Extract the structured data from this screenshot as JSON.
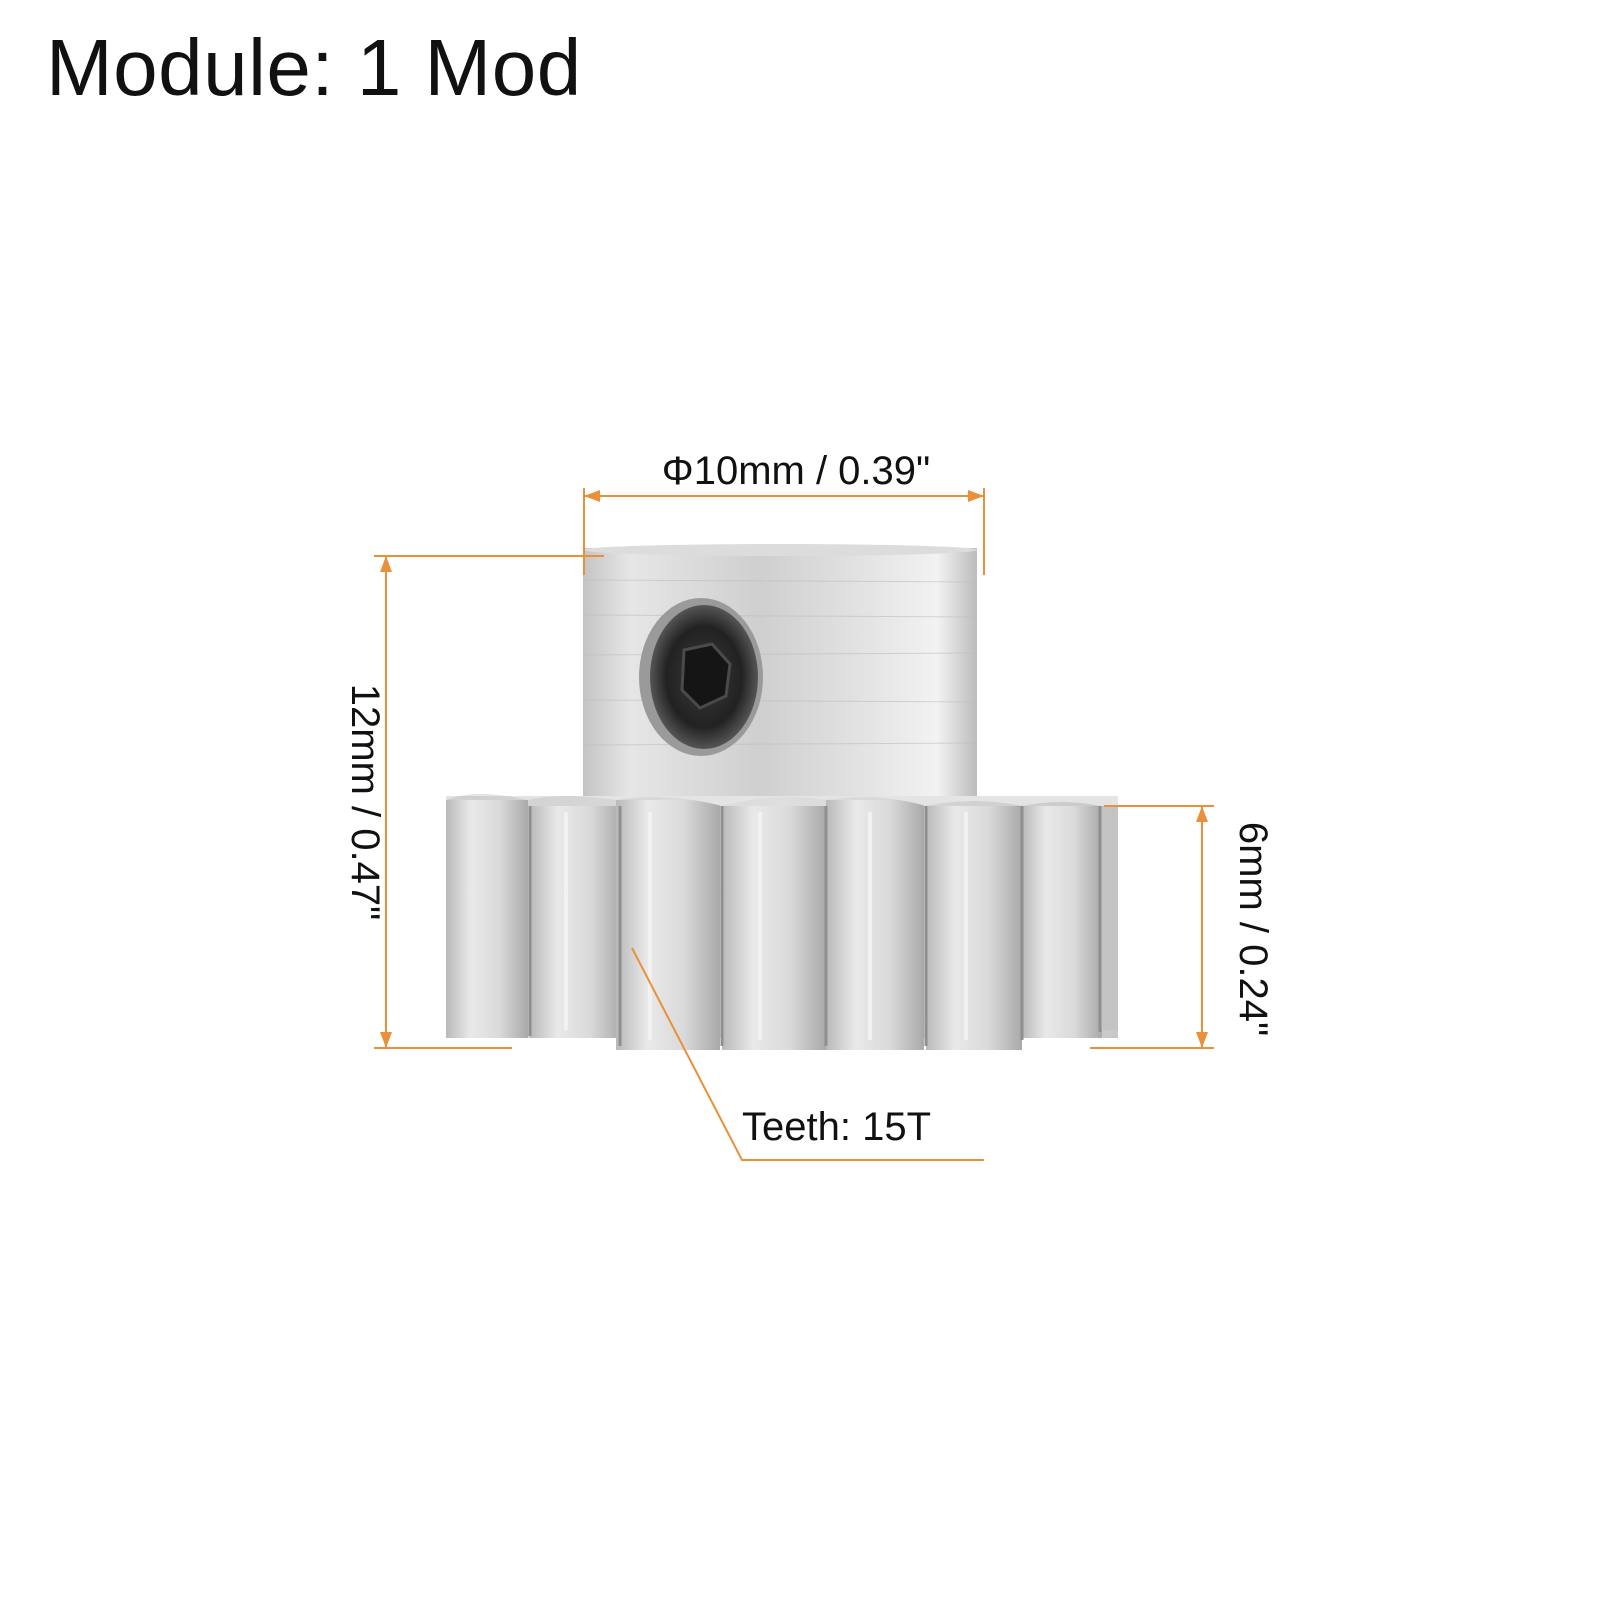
{
  "title": "Module: 1 Mod",
  "dimensions": {
    "hub_diameter": "Φ10mm / 0.39\"",
    "total_height": "12mm / 0.47\"",
    "gear_height": "6mm / 0.24\"",
    "teeth": "Teeth: 15T"
  },
  "colors": {
    "dimension_line": "#E8913A",
    "metal": "#D8D8D8",
    "background": "#FFFFFF"
  }
}
